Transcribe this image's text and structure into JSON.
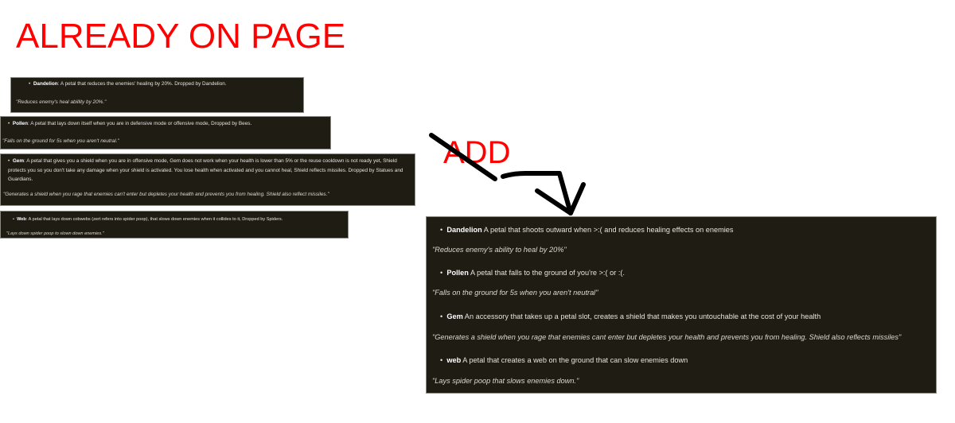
{
  "annotations": {
    "heading": "ALREADY ON PAGE",
    "add_label": "ADD",
    "add_label_struck_through": true,
    "arrow": "arrow-down-icon",
    "annotation_color": "#ff0000"
  },
  "existing_entries": [
    {
      "name": "Dandelion",
      "separator": ":",
      "description": " A petal that reduces the enemies' healing by 20%. Dropped by Dandelion.",
      "quote": "\"Reduces enemy's heal abillity by 20%.\""
    },
    {
      "name": "Pollen",
      "separator": ":",
      "description": " A petal that lays down itself when you are in defensive mode or offensive mode, Dropped by Bees.",
      "quote": "\"Falls on the ground for 5s when you aren't neutral.\""
    },
    {
      "name": "Gem",
      "separator": ":",
      "description": " A petal that gives you a shield when you are in offensive mode, Gem does not work when your health is lower than 5% or the reuse cooldown is not ready yet, Shield protects you so you don't take any damage when your shield is activated. You lose health when activated and you cannot heal, Shield reflects missiles. Dropped by Statues and Guardians.",
      "quote": "\"Generates a shield when you rage that enemies can't enter but depletes your health and prevents you from healing. Shield also reflect missiles.\""
    },
    {
      "name": "Web",
      "separator": ":",
      "description": " A petal that lays down cobwebs (zert refers into spider poop), that slows down enemies when it collides to it, Dropped by Spiders.",
      "quote": "\"Lays down spider poop to slown down enemies.\""
    }
  ],
  "new_entries": [
    {
      "name": "Dandelion",
      "description": " A petal that shoots outward when >:( and reduces healing effects on enemies",
      "quote": "\"Reduces enemy's ability to heal by 20%\""
    },
    {
      "name": "Pollen",
      "description": " A petal that falls to the ground of you're >:( or :(.",
      "quote": "\"Falls on the ground for 5s when you aren't neutral\""
    },
    {
      "name": "Gem",
      "description": " An accessory that takes up a petal slot, creates a shield that makes you untouchable at the cost of your health",
      "quote": "\"Generates a shield when you rage that enemies cant enter but depletes your health and prevents you from healing. Shield also reflects missiles\""
    },
    {
      "name": "web",
      "description": " A petal that creates a web on the ground that can slow enemies down",
      "quote": "\"Lays spider poop that slows enemies down.\""
    }
  ],
  "bullet": "•",
  "colors": {
    "panel_bg": "#1f1c14",
    "panel_text": "#e6e3dc",
    "panel_border": "#8d8a83"
  }
}
